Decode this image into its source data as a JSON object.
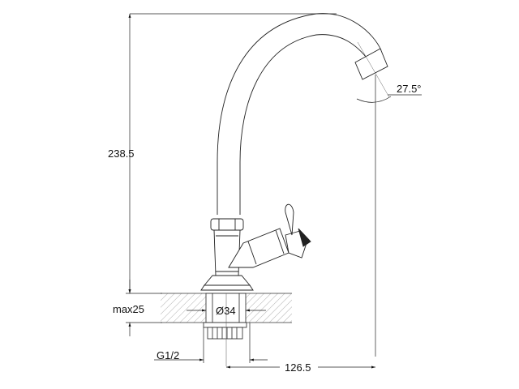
{
  "drawing": {
    "subject": "Single-lever pillar tap, side elevation with dimensions",
    "dimensions": {
      "overall_height": "238.5",
      "spout_angle": "27.5°",
      "max_counter_thickness": "max25",
      "mounting_hole_diameter": "Ø34",
      "connection_thread": "G1/2",
      "spout_reach": "126.5"
    }
  }
}
